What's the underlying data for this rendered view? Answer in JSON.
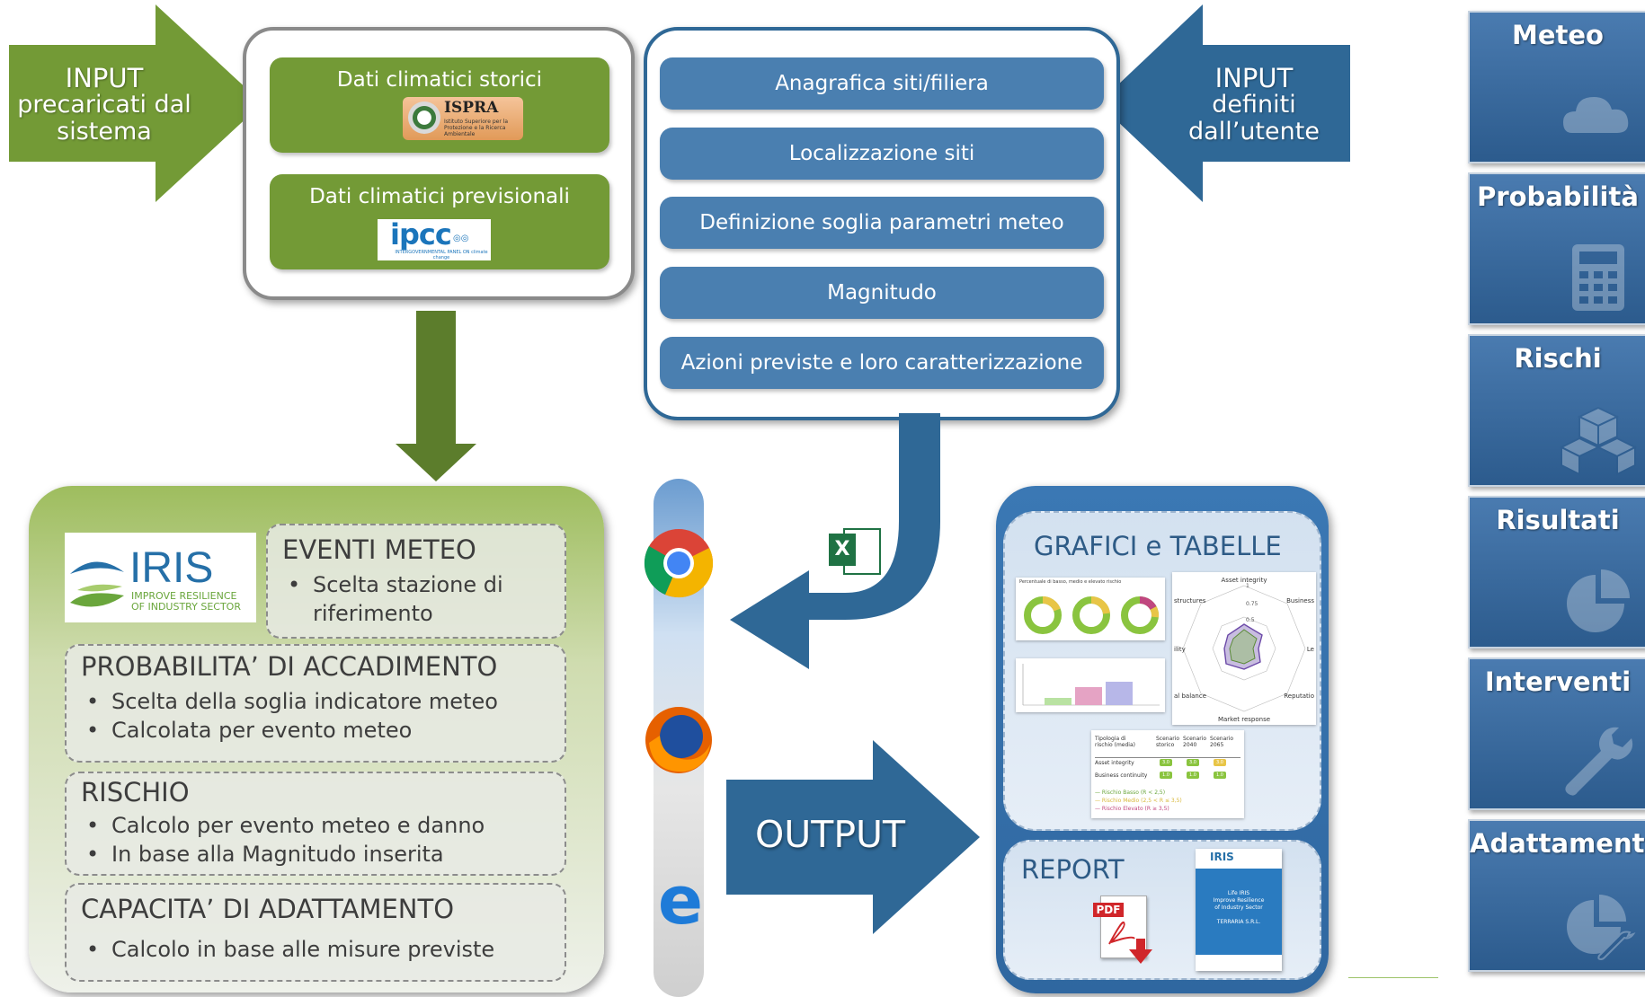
{
  "input_left": {
    "line1": "INPUT",
    "line2": "precaricati dal",
    "line3": "sistema"
  },
  "input_right": {
    "line1": "INPUT",
    "line2": "definiti",
    "line3": "dall’utente"
  },
  "dati": {
    "storici_label": "Dati climatici storici",
    "previsionali_label": "Dati climatici previsionali",
    "ispra_logo": "ISPRA",
    "ispra_sub": "Istituto Superiore per la Protezione e la Ricerca Ambientale",
    "ipcc_logo": "ipcc",
    "ipcc_sub": "INTERGOVERNMENTAL PANEL ON climate change"
  },
  "user_inputs": [
    "Anagrafica siti/filiera",
    "Localizzazione siti",
    "Definizione soglia parametri meteo",
    "Magnitudo",
    "Azioni previste e loro caratterizzazione"
  ],
  "iris": {
    "logo_name": "IRIS",
    "logo_sub_1": "IMPROVE RESILIENCE",
    "logo_sub_2": "OF INDUSTRY SECTOR",
    "eventi": {
      "title": "EVENTI METEO",
      "bullet1_a": "Scelta stazione di",
      "bullet1_b": "riferimento"
    },
    "probabilita": {
      "title": "PROBABILITA’ DI ACCADIMENTO",
      "bullet1": "Scelta della soglia indicatore meteo",
      "bullet2": "Calcolata per evento meteo"
    },
    "rischio": {
      "title": "RISCHIO",
      "bullet1": "Calcolo per evento meteo e danno",
      "bullet2": "In base alla Magnitudo inserita"
    },
    "capacita": {
      "title": "CAPACITA’ DI ADATTAMENTO",
      "bullet1": "Calcolo in base alle misure previste"
    }
  },
  "output_label": "OUTPUT",
  "grafici": {
    "title": "GRAFICI e TABELLE",
    "donut_caption": "Percentuale di basso, medio e elevato rischio",
    "radar_labels": [
      "Asset integrity",
      "Business",
      "Le",
      "Reputatio",
      "Market response",
      "al balance",
      "ility",
      "structures"
    ],
    "radar_ticks": [
      "1",
      "0.75",
      "0.5"
    ],
    "table_headers": [
      "Tipologia di rischio (media)",
      "Scenario storico",
      "Scenario 2040",
      "Scenario 2065"
    ],
    "table_rows": [
      {
        "name": "Asset integrity",
        "values": [
          "3.0",
          "3.0",
          "3.0"
        ]
      },
      {
        "name": "Business continuity",
        "values": [
          "1.0",
          "1.0",
          "1.0"
        ]
      }
    ],
    "legend": [
      "— Rischio Basso (R < 2,5)",
      "— Rischio Medio (2,5 < R ≤ 3,5)",
      "— Rischio Elevato (R ≥ 3,5)"
    ]
  },
  "report": {
    "title": "REPORT",
    "pdf_label": "PDF",
    "cover_logo": "IRIS",
    "cover_text": [
      "Life IRIS",
      "Improve Resilience",
      "of Industry Sector"
    ],
    "cover_org": "TERRARIA S.R.L."
  },
  "sidebar": {
    "tiles": [
      {
        "label": "Meteo",
        "icon": "cloud-icon"
      },
      {
        "label": "Probabilità",
        "icon": "calculator-icon"
      },
      {
        "label": "Rischi",
        "icon": "boxes-icon"
      },
      {
        "label": "Risultati",
        "icon": "pie-chart-icon"
      },
      {
        "label": "Interventi",
        "icon": "wrench-icon"
      },
      {
        "label": "Adattamento",
        "icon": "pie-wrench-icon"
      }
    ]
  },
  "colors": {
    "green": "#739a36",
    "dark_green": "#5c7d2c",
    "blue": "#4a7fb0",
    "dark_blue": "#2f6896"
  }
}
